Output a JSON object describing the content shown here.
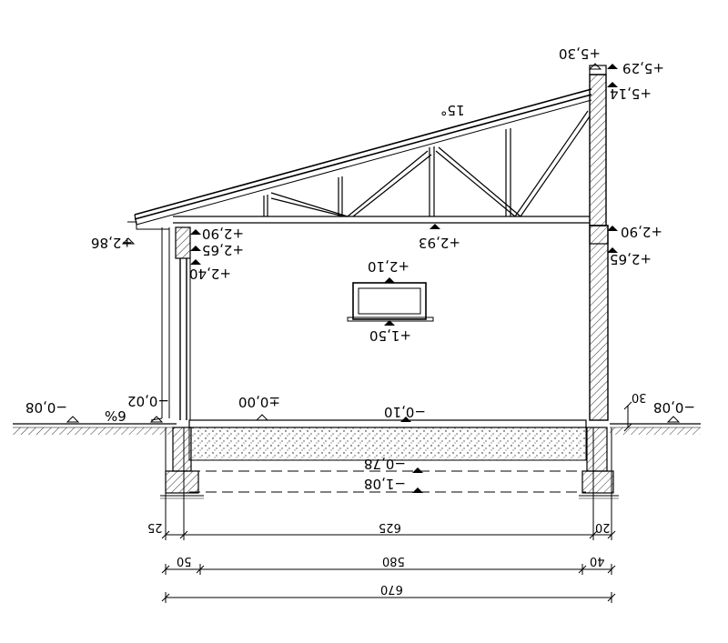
{
  "drawing": {
    "roof_slope": "15°",
    "elevations": {
      "ridge_top": "+5,30",
      "ridge_eaves_right_1": "+5,29",
      "ridge_eaves_right_2": "+5,14",
      "right_wall_top": "+2,90",
      "right_wall_lintel": "+2,65",
      "left_eave": "+2,86",
      "left_wall_top": "+2,90",
      "left_wall_mid": "+2,65",
      "left_wall_low": "+2,40",
      "truss_bottom": "+2,93",
      "window_top": "+2,10",
      "window_sill": "+1,50",
      "floor_zero": "±0,00",
      "floor_finish": "−0,10",
      "ground_left": "−0,08",
      "ground_right": "−0,08",
      "ground_slope": "−0,02",
      "slope_percent": "6%",
      "foundation_top": "−0,78",
      "foundation_bottom": "−1,08"
    },
    "dimensions": {
      "row1": {
        "left": "25",
        "middle": "625",
        "right": "20"
      },
      "row2": {
        "left": "50",
        "middle": "580",
        "right": "40"
      },
      "row3": {
        "total": "670"
      },
      "plinth_height": "30"
    }
  }
}
